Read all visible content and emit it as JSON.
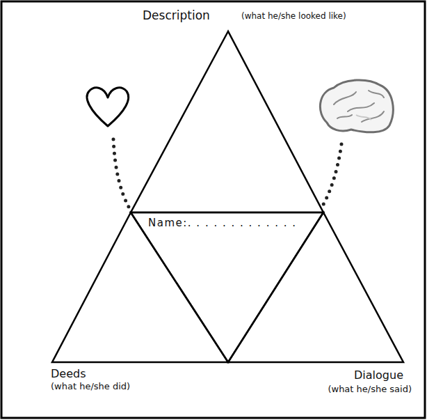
{
  "diagram": {
    "nodes": [
      {
        "text": [
          "Description",
          "(what he/she looked like)"
        ]
      },
      {
        "text": [
          "Name:. . . . . . . . . . . . ."
        ]
      },
      {
        "text": [
          "Deeds",
          "(what he/she did)"
        ]
      },
      {
        "text": [
          "Dialogue",
          "(what he/she said)"
        ]
      }
    ]
  }
}
